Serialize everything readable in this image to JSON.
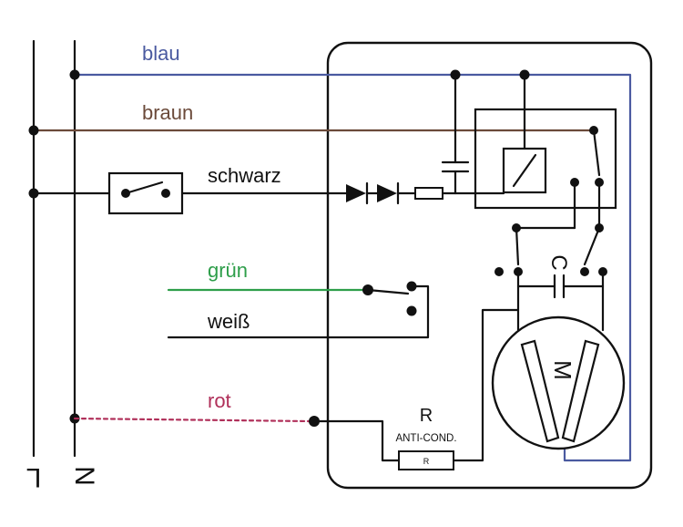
{
  "wires": {
    "blue": {
      "label": "blau",
      "color": "#4a5aa0"
    },
    "brown": {
      "label": "braun",
      "color": "#6b4a3a"
    },
    "black": {
      "label": "schwarz",
      "color": "#111111"
    },
    "green": {
      "label": "grün",
      "color": "#2e9e4a"
    },
    "white": {
      "label": "weiß",
      "color": "#111111"
    },
    "red": {
      "label": "rot",
      "color": "#b0305a"
    }
  },
  "rails": {
    "live": {
      "label": "L"
    },
    "neutral": {
      "label": "N"
    }
  },
  "components": {
    "motor": {
      "label": "M"
    },
    "capacitor": {
      "label": "C"
    },
    "resistor": {
      "label": "R",
      "sublabel": "ANTI-COND.",
      "body_label": "R"
    }
  }
}
